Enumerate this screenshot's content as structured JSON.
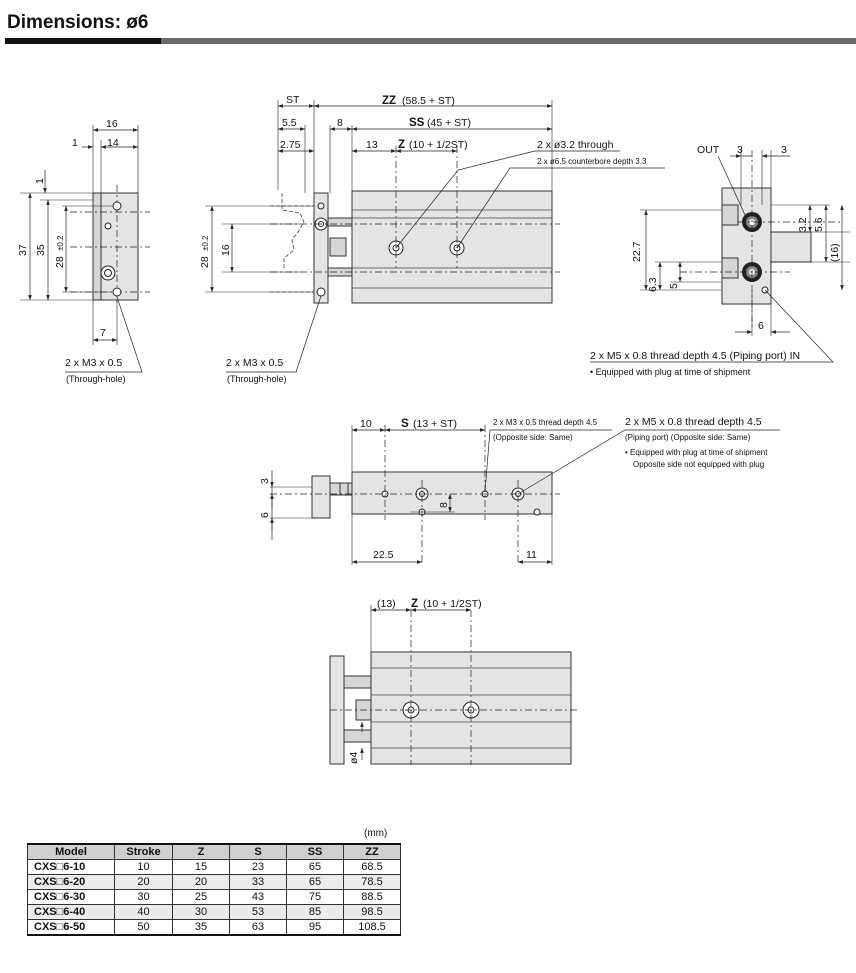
{
  "title": "Dimensions: ø6",
  "left_view": {
    "dims": {
      "w16": "16",
      "w1": "1",
      "w14": "14",
      "v1": "1",
      "h37": "37",
      "h35": "35",
      "h28": "28",
      "tol": "±0.2",
      "w7": "7"
    },
    "note1": "2 x M3 x 0.5",
    "note2": "(Through-hole)"
  },
  "front_view": {
    "st": "ST",
    "zz_label": "ZZ",
    "zz_value": "(58.5 + ST)",
    "d55": "5.5",
    "d8": "8",
    "ss_label": "SS",
    "ss_value": "(45 + ST)",
    "d275": "2.75",
    "d13": "13",
    "z_label": "Z",
    "z_value": "(10 + 1/2ST)",
    "h28": "28",
    "tol": "±0.2",
    "h16": "16",
    "hole_note1": "2 x ø3.2 through",
    "hole_note2": "2 x ø6.5 counterbore depth 3.3",
    "note1": "2 x M3 x 0.5",
    "note2": "(Through-hole)"
  },
  "right_view": {
    "out": "OUT",
    "d3a": "3",
    "d3b": "3",
    "d32": "3.2",
    "d56": "5.6",
    "d16": "(16)",
    "d227": "22.7",
    "d63": "6.3",
    "d5": "5",
    "d6": "6",
    "note1": "2 x M5 x 0.8 thread depth 4.5 (Piping port) IN",
    "note2": "• Equipped with plug at time of shipment"
  },
  "bottom_view": {
    "d10": "10",
    "s_label": "S",
    "s_value": "(13 + ST)",
    "note_a1": "2 x M3 x 0.5 thread depth 4.5",
    "note_a2": "(Opposite side: Same)",
    "note_b1": "2 x M5 x 0.8 thread depth 4.5",
    "note_b2": "(Piping port) (Opposite side: Same)",
    "note_b3": "• Equipped with plug at time of shipment",
    "note_b4": "Opposite side not equipped with plug",
    "d3": "3",
    "d6": "6",
    "d8": "8",
    "d225": "22.5",
    "d11": "11"
  },
  "top_view": {
    "d13": "(13)",
    "z_label": "Z",
    "z_value": "(10 + 1/2ST)",
    "d4": "ø4"
  },
  "table": {
    "unit": "(mm)",
    "headers": [
      "Model",
      "Stroke",
      "Z",
      "S",
      "SS",
      "ZZ"
    ],
    "rows": [
      [
        "CXS□6-10",
        "10",
        "15",
        "23",
        "65",
        "68.5"
      ],
      [
        "CXS□6-20",
        "20",
        "20",
        "33",
        "65",
        "78.5"
      ],
      [
        "CXS□6-30",
        "30",
        "25",
        "43",
        "75",
        "88.5"
      ],
      [
        "CXS□6-40",
        "40",
        "30",
        "53",
        "85",
        "98.5"
      ],
      [
        "CXS□6-50",
        "50",
        "35",
        "63",
        "95",
        "108.5"
      ]
    ]
  }
}
